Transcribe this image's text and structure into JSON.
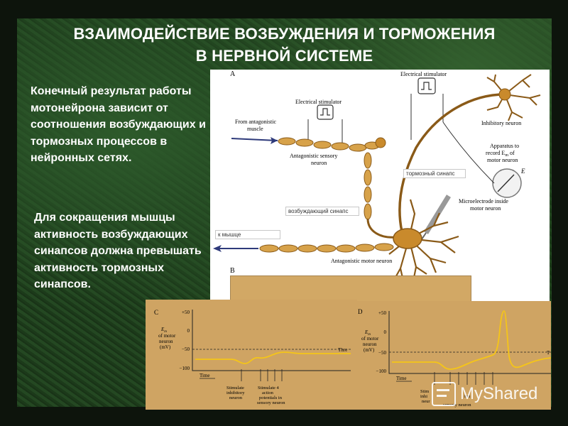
{
  "slide": {
    "title_line1": "ВЗАИМОДЕЙСТВИЕ ВОЗБУЖДЕНИЯ И ТОРМОЖЕНИЯ",
    "title_line2": "В НЕРВНОЙ СИСТЕМЕ",
    "paragraph1": "Конечный результат работы мотонейрона зависит от соотношения возбуждающих и тормозных процессов в нейронных сетях.",
    "paragraph2": "Для сокращения мышцы активность возбуждающих синапсов должна превышать активность тормозных синапсов."
  },
  "figure": {
    "panel_a_letter": "A",
    "panel_b_letter": "B",
    "panel_c_letter": "C",
    "panel_d_letter": "D",
    "electrical_stimulator_left": "Electrical stimulator",
    "electrical_stimulator_right": "Electrical stimulator",
    "from_antagonistic_line1": "From antagonistic",
    "from_antagonistic_line2": "muscle",
    "antagonistic_sensory_line1": "Antagonistic sensory",
    "antagonistic_sensory_line2": "neuron",
    "inhibitory_neuron": "Inhibitory neuron",
    "apparatus_line1": "Apparatus to",
    "apparatus_line2": "record E",
    "apparatus_line2_sub": "m",
    "apparatus_line2_end": " of",
    "apparatus_line3": "motor neuron",
    "e_label": "E",
    "microelectrode_line1": "Microelectrode inside",
    "microelectrode_line2": "motor neuron",
    "antagonistic_motor_neuron": "Antagonistic motor neuron",
    "label_inhibitory_synapse": "тормозный синапс",
    "label_excitatory_synapse": "возбуждающий синапс",
    "label_to_muscle": "к мышце",
    "graph_c": {
      "ylabel_line1": "E",
      "ylabel_sub": "m",
      "ylabel_line2": "of motor",
      "ylabel_line3": "neuron",
      "ylabel_line4": "(mV)",
      "tick_top": "+50",
      "tick_zero": "0",
      "tick_minus50": "−50",
      "tick_minus100": "−100",
      "time_label": "Time",
      "threshold_label": "Thre",
      "annotation1_line1": "Stimulate",
      "annotation1_line2": "inhibitory",
      "annotation1_line3": "neuron",
      "annotation2_line1": "Stimulate 4",
      "annotation2_line2": "action",
      "annotation2_line3": "potentials in",
      "annotation2_line4": "sensory neuron"
    },
    "graph_d": {
      "ylabel_line1": "E",
      "ylabel_sub": "m",
      "ylabel_line2": "of motor",
      "ylabel_line3": "neuron",
      "ylabel_line4": "(mV)",
      "tick_top": "+50",
      "tick_zero": "0",
      "tick_minus50": "−50",
      "tick_minus100": "−100",
      "time_label": "Time",
      "threshold_label": "T",
      "annotation1_line1": "Stim",
      "annotation1_line2": "inhi",
      "annotation1_line3": "neur",
      "annotation2_line1": "ion",
      "annotation2_line2": "sensory neuron"
    }
  },
  "watermark": {
    "text": "MyShared"
  },
  "colors": {
    "background": "#1f3f1d",
    "title_text": "#ffffff",
    "neuron": "#c98a2c",
    "neuron_dark": "#8a5a18",
    "graph_panel": "#cfa463",
    "trace": "#f5c518",
    "arrow": "#2e3a7a"
  }
}
